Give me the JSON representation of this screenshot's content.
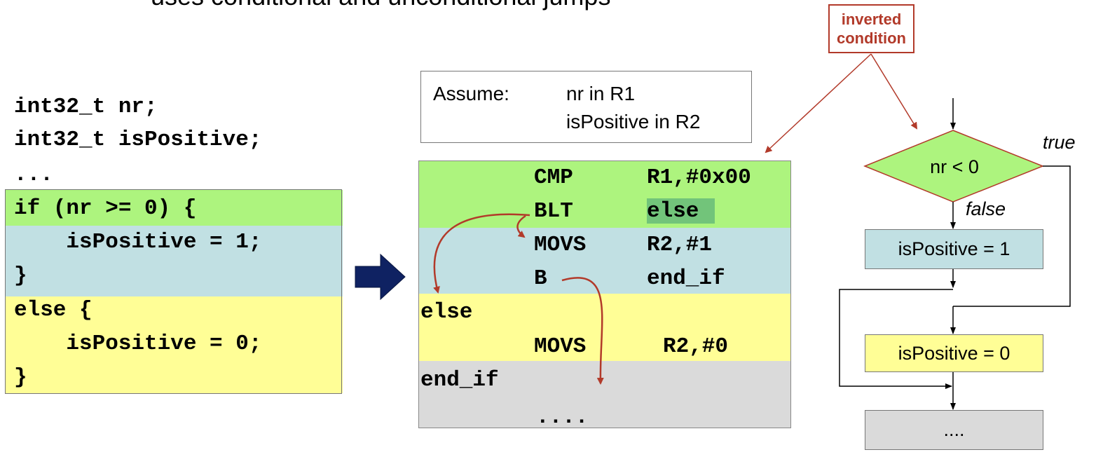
{
  "title": "uses conditional and unconditional jumps",
  "c_code": {
    "lines": [
      "int32_t nr;",
      "int32_t isPositive;",
      "...",
      "if (nr >= 0) {",
      "    isPositive = 1;",
      "}",
      "else {",
      "    isPositive = 0;",
      "}"
    ]
  },
  "assume": {
    "label": "Assume:",
    "line1": "nr in R1",
    "line2": "isPositive in R2"
  },
  "assembly": {
    "rows": [
      {
        "op": "CMP",
        "arg": "R1,#0x00"
      },
      {
        "op": "BLT",
        "arg": "else"
      },
      {
        "op": "MOVS",
        "arg": "R2,#1"
      },
      {
        "op": "B",
        "arg": "end_if"
      },
      {
        "label": "else"
      },
      {
        "op": "MOVS",
        "arg": "R2,#0"
      },
      {
        "label": "end_if"
      },
      {
        "op": "...."
      }
    ]
  },
  "annotation": {
    "line1": "inverted",
    "line2": "condition"
  },
  "flowchart": {
    "decision": "nr < 0",
    "true_label": "true",
    "false_label": "false",
    "box1": "isPositive = 1",
    "box2": "isPositive = 0",
    "box3": "...."
  },
  "colors": {
    "green": "#adf47e",
    "blue": "#c1e0e3",
    "yellow": "#fffe96",
    "gray": "#dadada",
    "highlight": "#72c47a",
    "arrow_red": "#b23a2a",
    "arrow_navy": "#0f2262"
  }
}
